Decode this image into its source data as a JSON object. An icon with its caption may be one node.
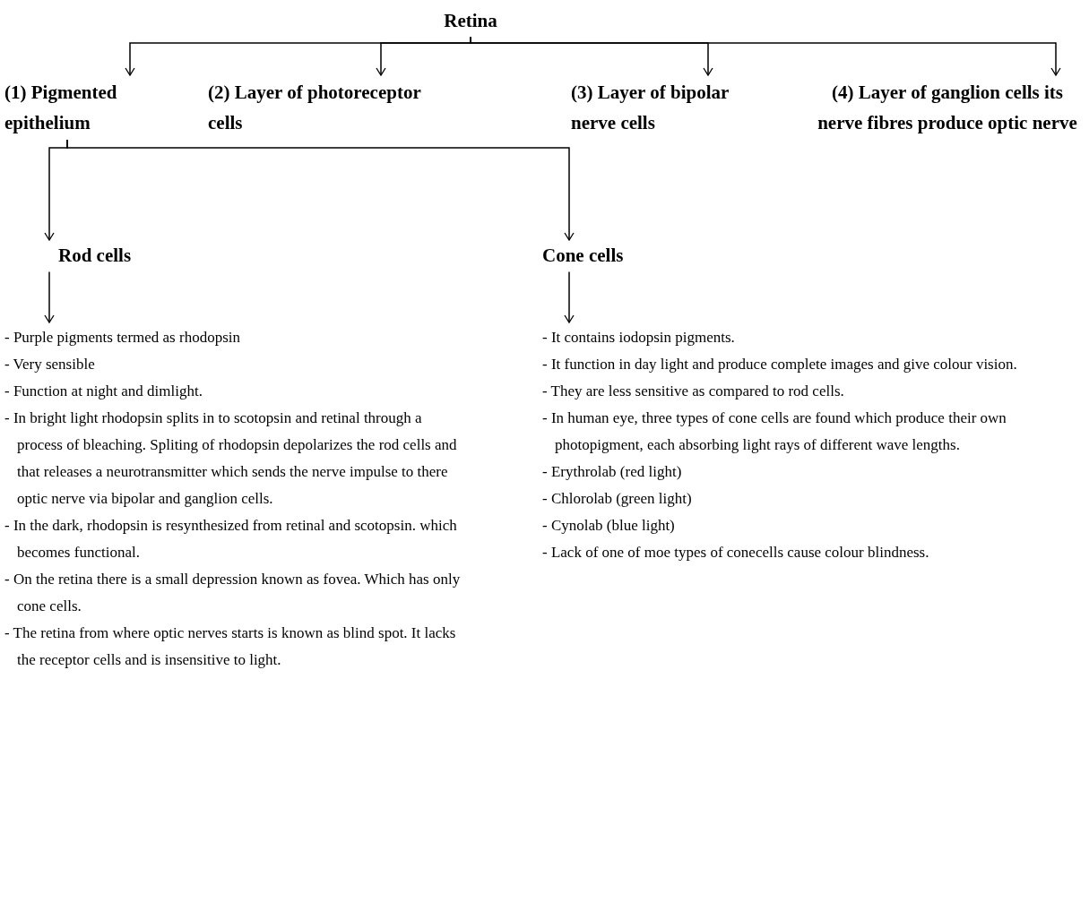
{
  "diagram": {
    "nodes": [
      {
        "text": [
          "Retina"
        ]
      },
      {
        "text": [
          "(1) Pigmented epithelium"
        ]
      },
      {
        "text": [
          "(2) Layer of photoreceptor cells"
        ]
      },
      {
        "text": [
          "(3) Layer of bipolar nerve cells"
        ]
      },
      {
        "text": [
          "(4) Layer of ganglion cells its nerve fibres produce optic nerve"
        ]
      },
      {
        "text": [
          "Rod cells"
        ]
      },
      {
        "text": [
          "Cone cells"
        ]
      },
      {
        "text": [
          "- Purple pigments termed as rhodopsin",
          "- Very sensible",
          "- Function at night and dimlight.",
          "- In bright light rhodopsin splits in to scotopsin and retinal through a process of bleaching. Spliting of rhodopsin depolarizes the rod cells and that releases a neurotransmitter which sends the nerve impulse to there optic nerve via bipolar and ganglion cells.",
          "- In the dark, rhodopsin is resynthesized from retinal and scotopsin. which becomes functional.",
          "- On the retina there is a small depression known as fovea. Which has only cone cells.",
          "- The retina from where optic nerves starts is known as blind spot. It lacks the receptor cells and is insensitive to light."
        ]
      },
      {
        "text": [
          "- It contains iodopsin pigments.",
          "- It function in day light and produce complete images and give colour vision.",
          "- They are less sensitive as compared to rod cells.",
          "- In human eye, three types of cone cells are found which produce their own photopigment, each absorbing light rays of different wave lengths.",
          "- Erythrolab (red light)",
          "- Chlorolab (green light)",
          "- Cynolab (blue light)",
          "- Lack of one of moe types of conecells  cause colour blindness."
        ]
      }
    ],
    "edges": [
      {
        "from": 0,
        "to": 1,
        "arrow": "to"
      },
      {
        "from": 0,
        "to": 2,
        "arrow": "to"
      },
      {
        "from": 0,
        "to": 3,
        "arrow": "to"
      },
      {
        "from": 0,
        "to": 4,
        "arrow": "to"
      },
      {
        "from": 1,
        "to": 5,
        "arrow": "to"
      },
      {
        "from": 1,
        "to": 6,
        "arrow": "to"
      },
      {
        "from": 5,
        "to": 7,
        "arrow": "to"
      },
      {
        "from": 6,
        "to": 8,
        "arrow": "to"
      }
    ]
  }
}
